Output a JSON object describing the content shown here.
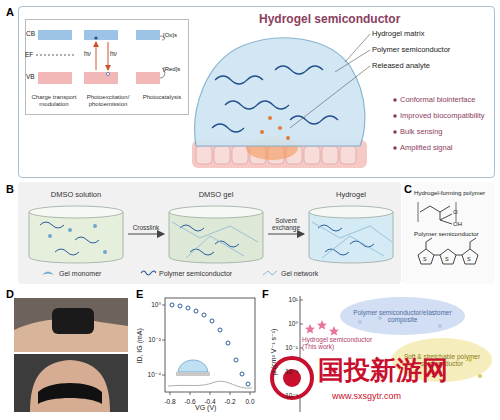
{
  "diagram": {
    "nodes": [
      {
        "text": [
          "Hydrogel semiconductor"
        ]
      },
      {
        "text": [
          "Charge transport modulation",
          "Photoexcitation/ photoemission",
          "Photocatalysis"
        ],
        "in": 0
      },
      {
        "text": [
          "DMSO solution"
        ]
      },
      {
        "text": [
          "DMSO gel"
        ]
      },
      {
        "text": [
          "Hydrogel"
        ]
      },
      {
        "text": [
          "Polymer semiconductor/elastomer composite"
        ]
      },
      {
        "text": [
          "Soft & stretchable polymer semiconductor"
        ]
      }
    ],
    "edges": [
      {
        "from": 2,
        "to": 3,
        "label": "Crosslink",
        "arrow": "to"
      },
      {
        "from": 3,
        "to": 4,
        "label": "Solvent exchange",
        "arrow": "to"
      }
    ],
    "labels": [
      "A",
      "CB",
      "VB",
      "EF",
      "hν",
      "hν",
      "[Ox]s",
      "[Red]s",
      "Hydrogel matrix",
      "Polymer semiconductor",
      "Released analyte",
      "Conformal biointerface",
      "Improved biocompatibility",
      "Bulk sensing",
      "Amplified signal",
      "B",
      "C",
      "Hydrogel-forming polymer",
      "O",
      "OH",
      "Polymer semiconductor",
      "S",
      "S",
      "S",
      "D",
      "E",
      "F",
      "ID, IG (mA)",
      "VG (V)",
      "-0.8",
      "-0.6",
      "-0.4",
      "-0.2",
      "0.0",
      "10⁰",
      "10⁻²",
      "10⁻⁴",
      "μ (cm² V⁻¹ s⁻¹)",
      "10¹",
      "10⁰",
      "10⁻¹",
      "10⁻²",
      "10⁻³",
      "Hydrogel semiconductor (This work)",
      "国投新游网",
      "www.sxsgytr.com"
    ],
    "legend": [
      {
        "text": "Gel monomer"
      },
      {
        "text": "Polymer semiconductor"
      },
      {
        "text": "Gel network"
      }
    ]
  }
}
